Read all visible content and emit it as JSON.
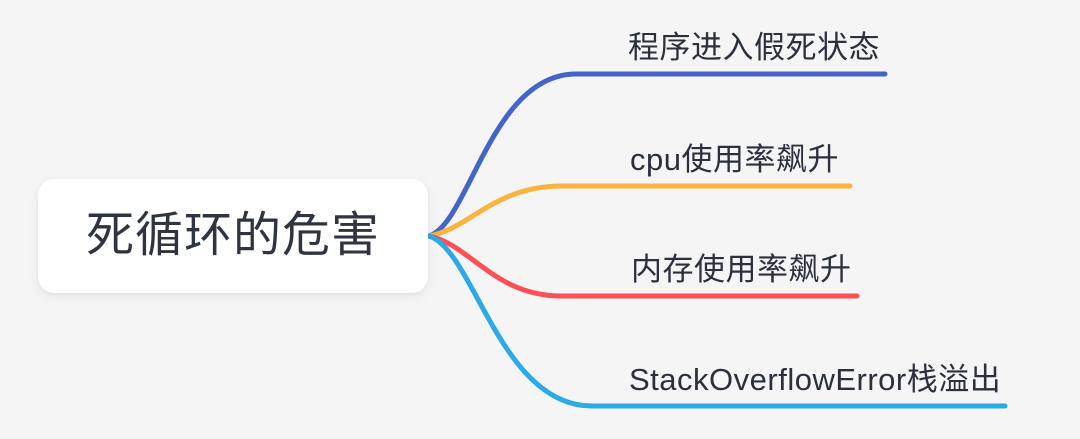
{
  "canvas": {
    "background_color": "#f5f5f6",
    "node_fill_color": "#ffffff",
    "text_color": "#2b303c"
  },
  "root": {
    "label": "死循环的危害"
  },
  "branches": [
    {
      "label": "程序进入假死状态",
      "color": "#4365c8"
    },
    {
      "label": "cpu使用率飙升",
      "color": "#fbb23e"
    },
    {
      "label": "内存使用率飙升",
      "color": "#fa5157"
    },
    {
      "label": "StackOverflowError栈溢出",
      "color": "#2baae5"
    }
  ]
}
